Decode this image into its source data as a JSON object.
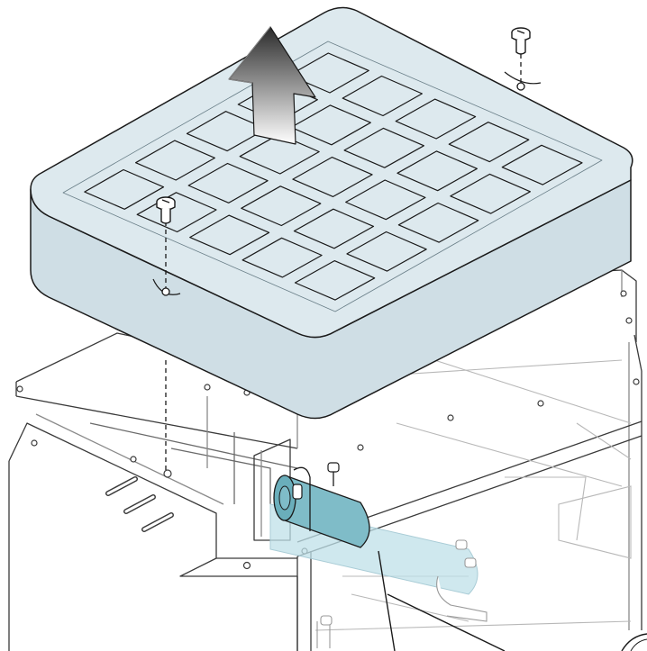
{
  "colors": {
    "filter_fill": "#dde9ee",
    "filter_side": "#cfdee5",
    "filter_stroke": "#1a1a1a",
    "lamp_fill": "#7fbcc8",
    "tube_fill": "#bfe0e8",
    "housing_stroke": "#3a3a3a",
    "ghost_stroke": "#b8b8b8",
    "arrow_dark": "#2b2b2b",
    "arrow_light": "#ffffff"
  },
  "icons": {
    "removal_arrow": "arrow-up-icon",
    "screw": "screw-icon",
    "uv_lamp": "uv-lamp-icon"
  },
  "diagram": {
    "filter_grid": {
      "rows": 5,
      "cols": 5
    },
    "screws": 2,
    "direction": "lift-up"
  }
}
